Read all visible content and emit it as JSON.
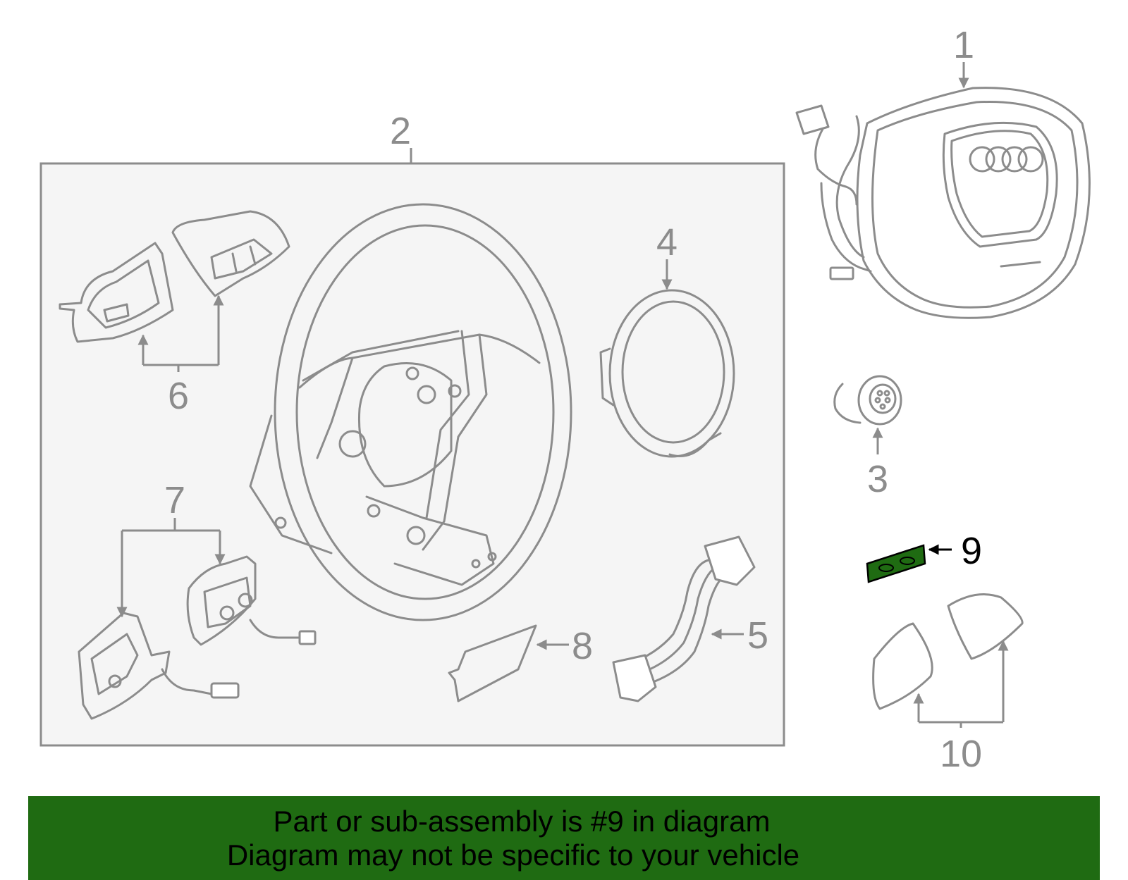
{
  "callouts": {
    "c1": "1",
    "c2": "2",
    "c3": "3",
    "c4": "4",
    "c5": "5",
    "c6": "6",
    "c7": "7",
    "c8": "8",
    "c9": "9",
    "c10": "10"
  },
  "banner": {
    "line1": "Part or sub-assembly is #9 in diagram",
    "line2": "Diagram may not be specific to your vehicle"
  },
  "colors": {
    "highlight": "#1f6b12",
    "banner": "#1f6b12",
    "line": "#8c8c8c",
    "box_fill": "#f5f5f5"
  }
}
